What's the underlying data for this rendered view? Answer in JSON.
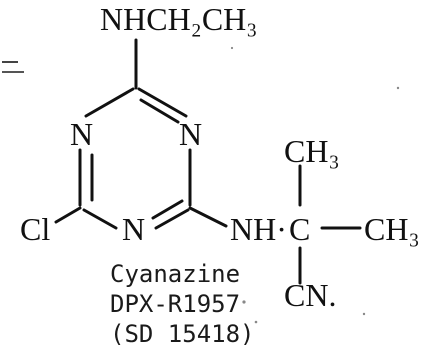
{
  "molecule": {
    "group_top": "NHCH₂CH₃",
    "ring_n_left": "N",
    "ring_n_right": "N",
    "ring_n_bottom": "N",
    "cl": "Cl",
    "nh": "NH·",
    "c_quat": "C",
    "ch3_top": "CH₃",
    "ch3_right": "CH₃",
    "cn": "CN."
  },
  "caption": {
    "name": "Cyanazine",
    "code": "DPX-R1957",
    "alt": "(SD 15418)"
  }
}
